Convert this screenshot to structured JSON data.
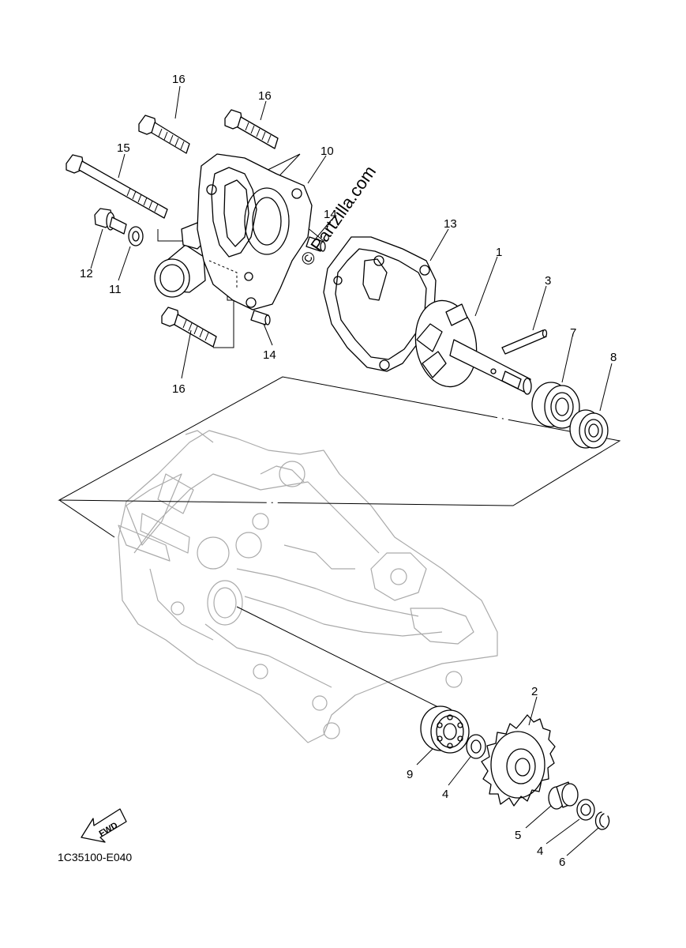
{
  "watermark": "© Partzilla.com",
  "diagram_code": "1C35100-E040",
  "fwd_label": "FWD",
  "callouts": {
    "p1": "1",
    "p2": "2",
    "p3": "3",
    "p4a": "4",
    "p4b": "4",
    "p5": "5",
    "p6": "6",
    "p7": "7",
    "p8": "8",
    "p9": "9",
    "p10": "10",
    "p11": "11",
    "p12": "12",
    "p13": "13",
    "p14a": "14",
    "p14b": "14",
    "p15": "15",
    "p16a": "16",
    "p16b": "16",
    "p16c": "16"
  },
  "colors": {
    "line": "#000000",
    "ghost_line": "#aaaaaa",
    "background": "#ffffff"
  }
}
